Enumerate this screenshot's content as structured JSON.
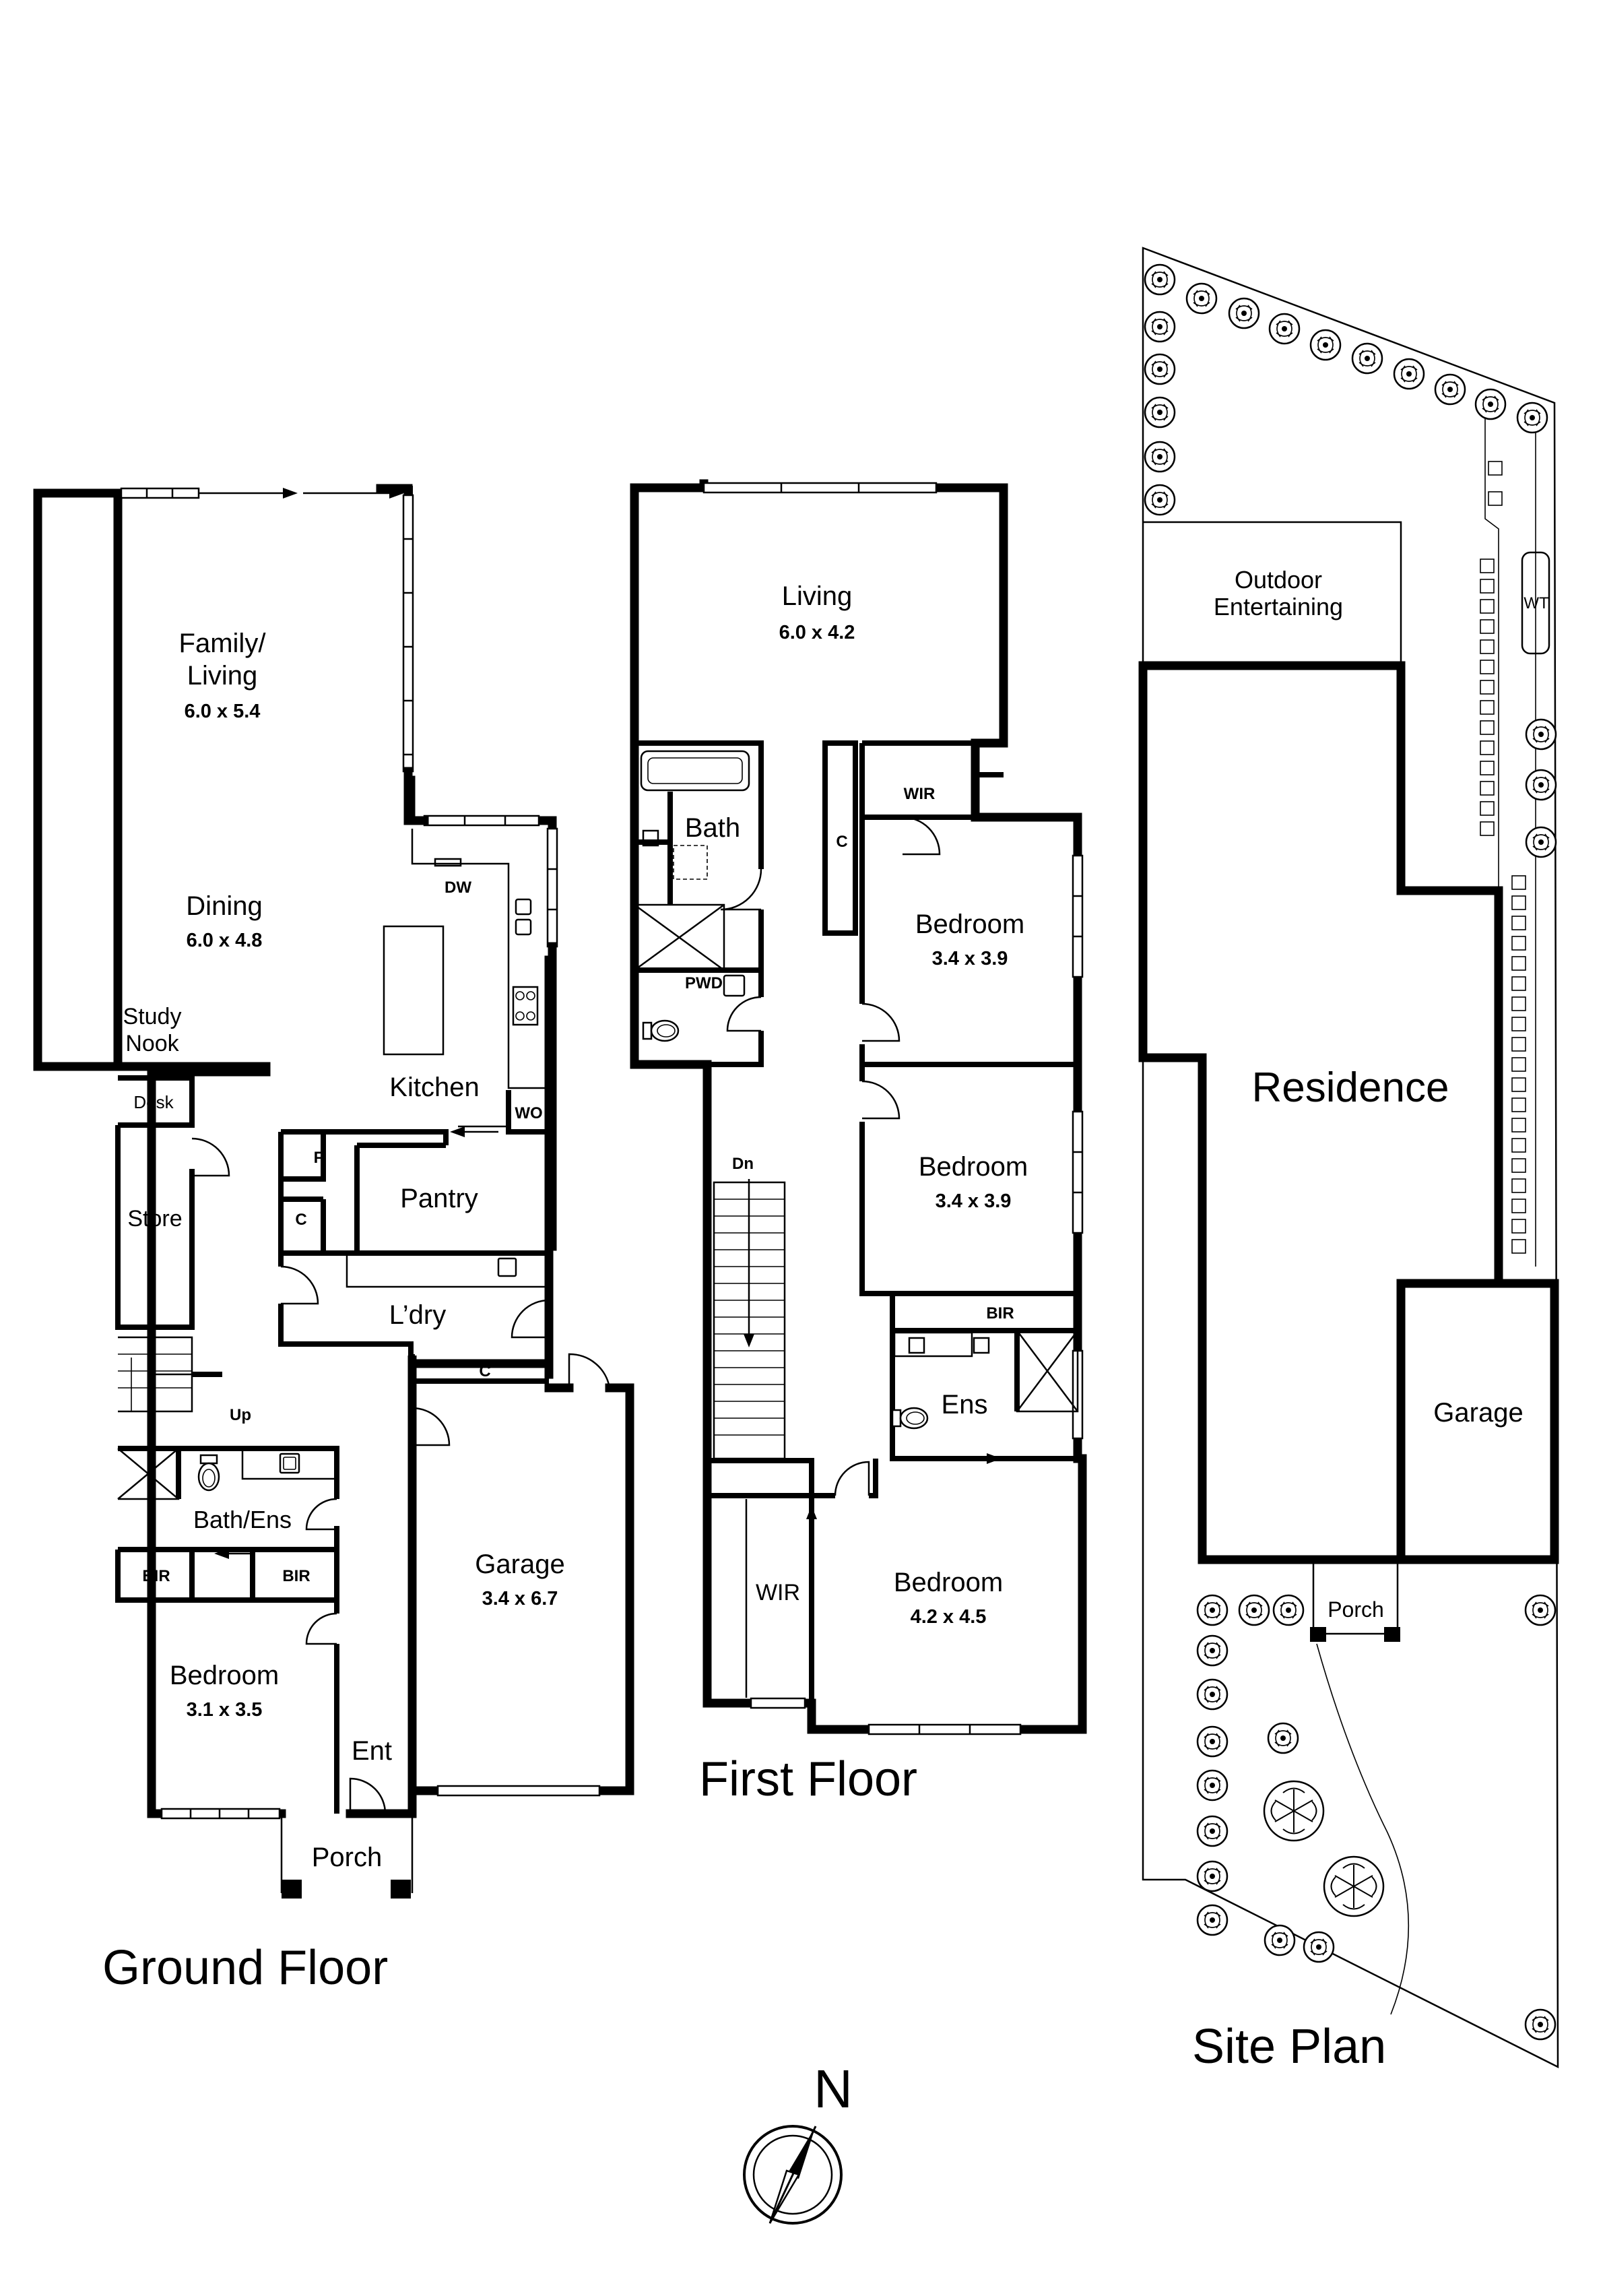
{
  "ground_floor": {
    "title": "Ground Floor",
    "rooms": {
      "family_living": {
        "name": "Family/\nLiving",
        "dims": "6.0 x 5.4"
      },
      "dining": {
        "name": "Dining",
        "dims": "6.0 x 4.8"
      },
      "kitchen": {
        "name": "Kitchen"
      },
      "study_nook": {
        "name": "Study\nNook"
      },
      "desk": {
        "name": "Desk"
      },
      "store": {
        "name": "Store"
      },
      "pantry": {
        "name": "Pantry"
      },
      "laundry": {
        "name": "L’dry"
      },
      "bath_ens": {
        "name": "Bath/Ens"
      },
      "bedroom": {
        "name": "Bedroom",
        "dims": "3.1 x 3.5"
      },
      "entry": {
        "name": "Ent"
      },
      "porch": {
        "name": "Porch"
      },
      "garage": {
        "name": "Garage",
        "dims": "3.4 x 6.7"
      }
    },
    "fixtures": {
      "dw": "DW",
      "wo": "WO",
      "fridge": "F",
      "c1": "C",
      "c2": "C",
      "bir1": "BIR",
      "bir2": "BIR",
      "up": "Up"
    }
  },
  "first_floor": {
    "title": "First Floor",
    "rooms": {
      "living": {
        "name": "Living",
        "dims": "6.0 x 4.2"
      },
      "bath": {
        "name": "Bath"
      },
      "pwd": {
        "name": "PWD"
      },
      "wir_top": {
        "name": "WIR"
      },
      "c": {
        "name": "C"
      },
      "bedroom_1": {
        "name": "Bedroom",
        "dims": "3.4 x 3.9"
      },
      "bedroom_2": {
        "name": "Bedroom",
        "dims": "3.4 x 3.9"
      },
      "bir": {
        "name": "BIR"
      },
      "ens": {
        "name": "Ens"
      },
      "dn": {
        "name": "Dn"
      },
      "wir": {
        "name": "WIR"
      },
      "bedroom_3": {
        "name": "Bedroom",
        "dims": "4.2 x 4.5"
      }
    }
  },
  "site_plan": {
    "title": "Site Plan",
    "labels": {
      "outdoor": "Outdoor\nEntertaining",
      "wt": "WT",
      "residence": "Residence",
      "garage": "Garage",
      "porch": "Porch"
    }
  },
  "north": {
    "label": "N"
  },
  "icons": [
    "compass-icon",
    "toilet-icon",
    "bathtub-icon",
    "shower-icon",
    "stove-icon",
    "sink-icon",
    "tree-icon",
    "shrub-icon"
  ]
}
